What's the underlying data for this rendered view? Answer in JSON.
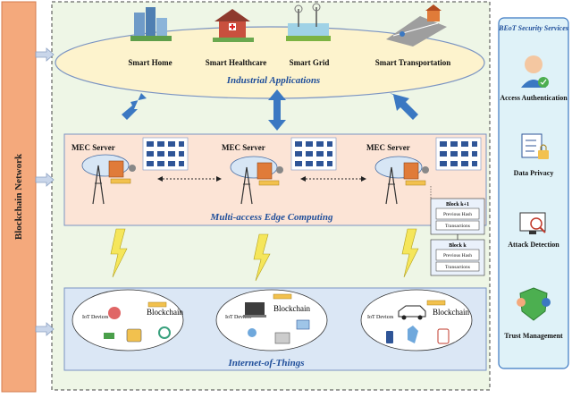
{
  "blockchain_network": {
    "label": "Blockchain Network"
  },
  "industrial": {
    "label": "Industrial Applications",
    "apps": [
      "Smart Home",
      "Smart Healthcare",
      "Smart Grid",
      "Smart Transportation"
    ]
  },
  "mec": {
    "label": "Multi-access Edge Computing",
    "servers": [
      "MEC Server",
      "MEC Server",
      "MEC Server"
    ]
  },
  "blocks": {
    "block_top": "Block k+1",
    "block_bottom": "Block k",
    "prev_hash": "Previous Hash",
    "transactions": "Transactions"
  },
  "iot": {
    "label": "Internet-of-Things",
    "devices_label": "IoT Devices",
    "blockchain_label": "Blockchain"
  },
  "security": {
    "title": "BEoT Security Services",
    "services": [
      "Access Authentication",
      "Data Privacy",
      "Attack Detection",
      "Trust Management"
    ]
  },
  "colors": {
    "blockchain_bar": "#f4a97c",
    "outer_frame": "#eef6e6",
    "industrial_ellipse": "#fdf3cd",
    "mec_band": "#fce4d6",
    "iot_band": "#dbe7f5",
    "security_panel": "#dff2f8",
    "arrow_blue": "#3b78c2"
  }
}
